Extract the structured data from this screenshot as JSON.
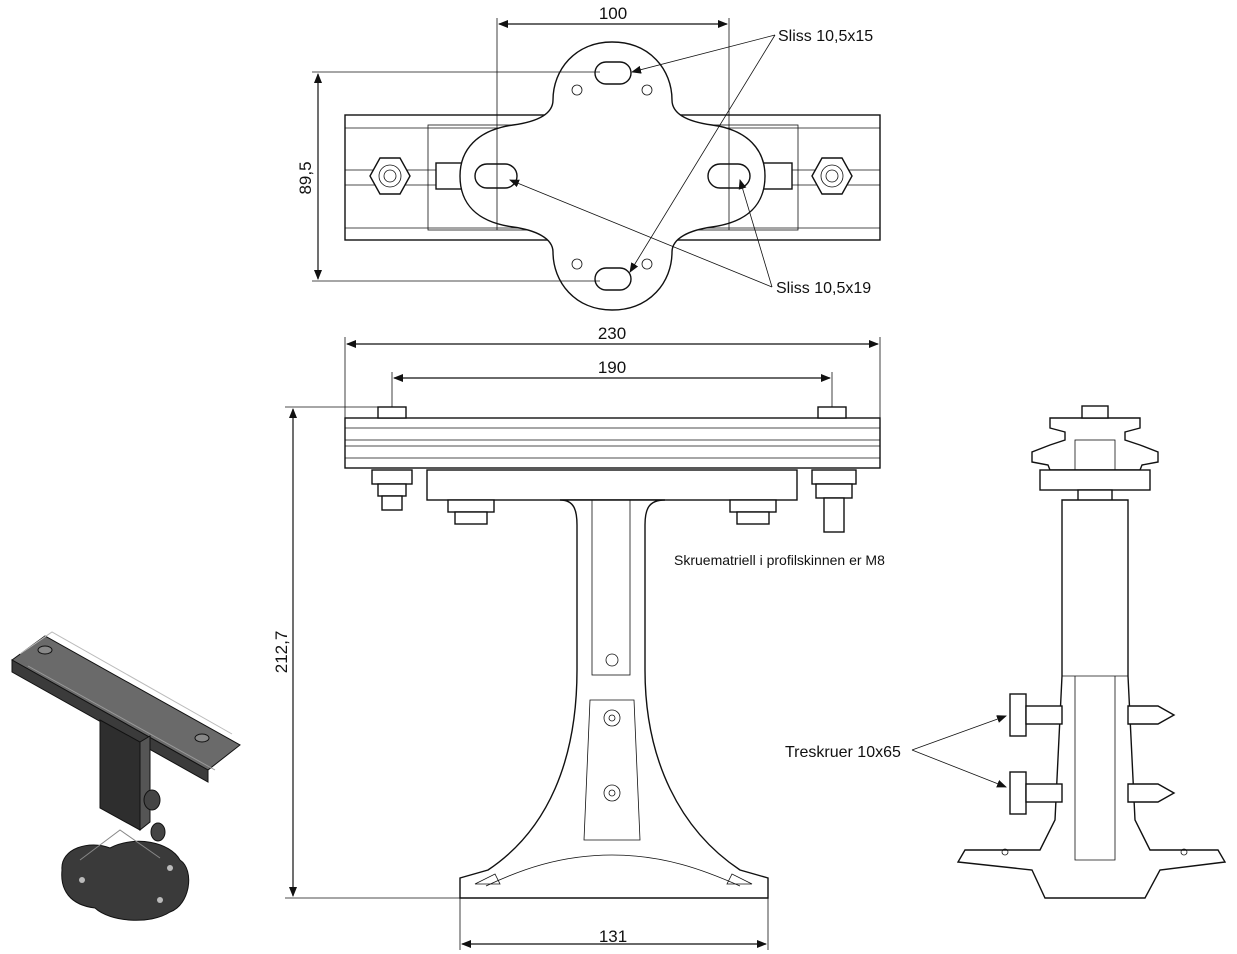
{
  "dimensions": {
    "width_top": "100",
    "height_top": "89,5",
    "total_length": "230",
    "bolt_spacing": "190",
    "total_height": "212,7",
    "base_width": "131"
  },
  "labels": {
    "slot_small": "Sliss 10,5x15",
    "slot_large": "Sliss 10,5x19",
    "screw_note": "Skruematriell i profilskinnen er M8",
    "wood_screws": "Treskruer 10x65"
  }
}
